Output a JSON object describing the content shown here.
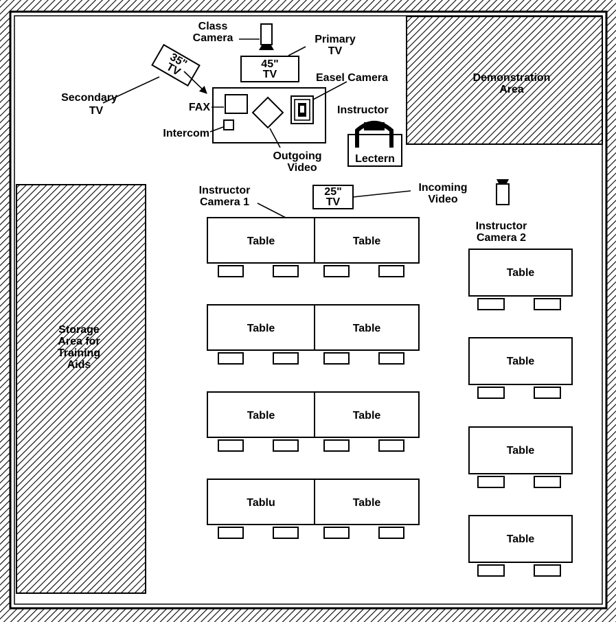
{
  "labels": {
    "class_camera": [
      "Class",
      "Camera"
    ],
    "primary_tv": [
      "Primary",
      "TV"
    ],
    "primary_tv_screen": [
      "45\"",
      "TV"
    ],
    "secondary_tv": [
      "Secondary",
      "TV"
    ],
    "secondary_tv_screen": [
      "35\"",
      "TV"
    ],
    "easel_camera": "Easel Camera",
    "fax": "FAX",
    "intercom": "Intercom",
    "instructor": "Instructor",
    "lectern": "Lectern",
    "outgoing_video": [
      "Outgoing",
      "Video"
    ],
    "demonstration_area": [
      "Demonstration",
      "Area"
    ],
    "storage_area": [
      "Storage",
      "Area for",
      "Training",
      "Aids"
    ],
    "instructor_camera_1": [
      "Instructor",
      "Camera 1"
    ],
    "incoming_video": [
      "Incoming",
      "Video"
    ],
    "incoming_tv_screen": [
      "25\"",
      "TV"
    ],
    "instructor_camera_2": [
      "Instructor",
      "Camera 2"
    ]
  },
  "tables": {
    "left_rows": [
      [
        "Table",
        "Table"
      ],
      [
        "Table",
        "Table"
      ],
      [
        "Table",
        "Table"
      ],
      [
        "Tablu",
        "Table"
      ]
    ],
    "right_column": [
      "Table",
      "Table",
      "Table",
      "Table"
    ]
  }
}
